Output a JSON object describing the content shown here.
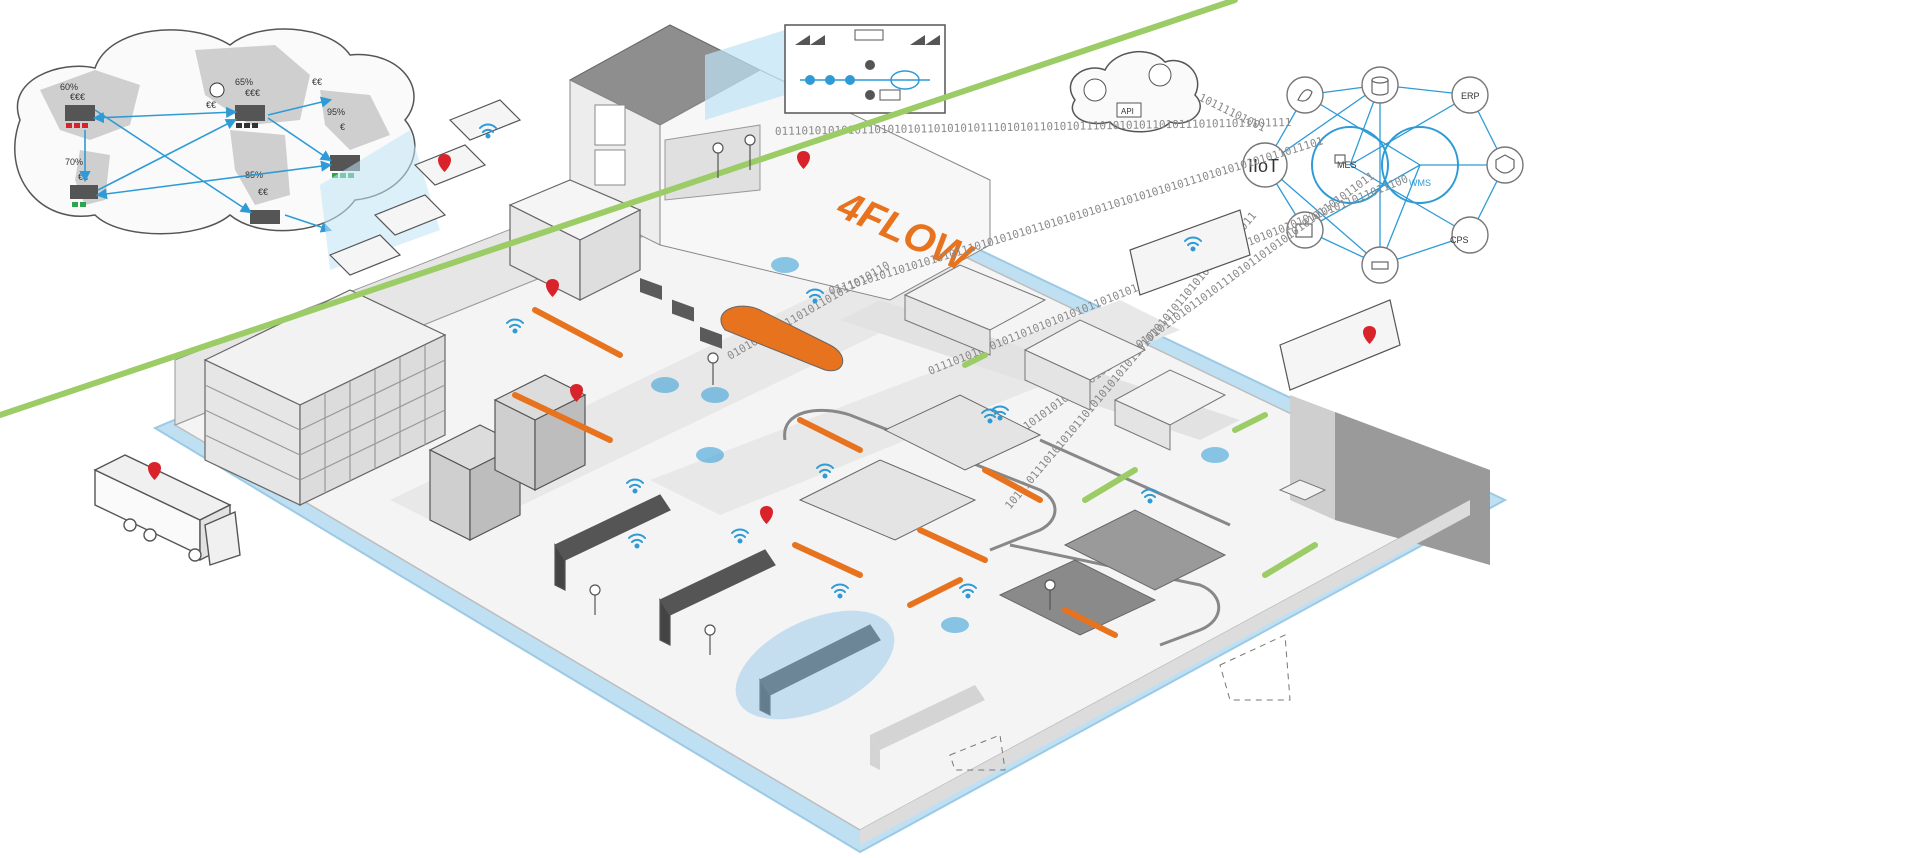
{
  "brand": {
    "name": "4FLOW",
    "color": "#e8731e"
  },
  "colors": {
    "accent_blue": "#2e9bd6",
    "pin_red": "#d9232a",
    "flow_orange": "#e8731e",
    "flow_green": "#9ccc65",
    "outline": "#6f6f6f"
  },
  "cloud_map": {
    "sites": [
      {
        "percent": "60%",
        "cost": "€€€"
      },
      {
        "percent": "65%",
        "cost": "€€€"
      },
      {
        "percent": "70%",
        "cost": "€€"
      },
      {
        "percent": "95%",
        "cost": "€"
      },
      {
        "percent": "85%",
        "cost": "€€"
      }
    ],
    "extra_cost_labels": [
      "€€",
      "€€"
    ]
  },
  "iiot": {
    "center_label": "IIoT",
    "mes_label": "MES",
    "wms_label": "WMS",
    "erp_label": "ERP",
    "cps_label": "CPS",
    "api_label": "API"
  },
  "binary_streams": [
    "011101010101011010101011010101011101010110101011101010101101011101011011101111",
    "011101010110101010101110101010101101010101011010101010101110101010101011011101",
    "011101010101011010101010101101010101010110101011101010101010101101011011011100",
    "1010110101010101101010101101010110101101011101011010101010101101011011",
    "1010101110101010110101010101011010101010110101011011011011",
    "10111101001",
    "0101011010110101101011010110"
  ]
}
